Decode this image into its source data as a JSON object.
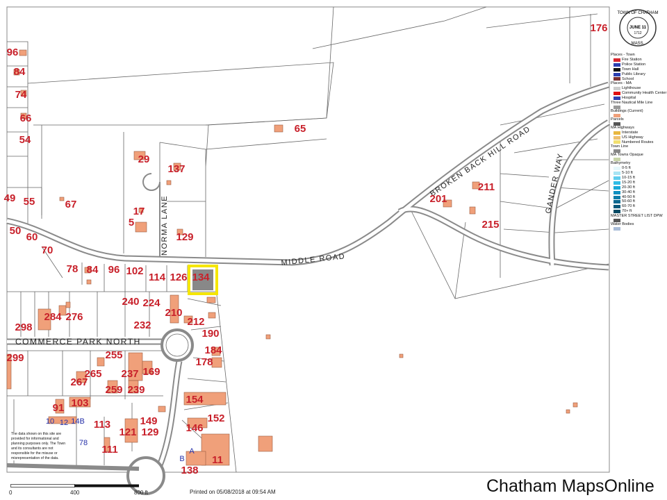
{
  "map": {
    "roads": [
      "MIDDLE ROAD",
      "BROKEN BACK HILL ROAD",
      "GANDER WAY",
      "NORMA LANE",
      "COMMERCE PARK NORTH"
    ],
    "parcel_labels": [
      "96",
      "84",
      "74",
      "66",
      "54",
      "49",
      "55",
      "67",
      "65",
      "29",
      "137",
      "17",
      "5",
      "129",
      "50",
      "60",
      "70",
      "78",
      "84",
      "96",
      "102",
      "114",
      "126",
      "134",
      "201",
      "211",
      "215",
      "176",
      "240",
      "224",
      "210",
      "212",
      "298",
      "284",
      "276",
      "232",
      "190",
      "184",
      "178",
      "299",
      "255",
      "265",
      "267",
      "237",
      "169",
      "259",
      "239",
      "154",
      "91",
      "103",
      "113",
      "149",
      "152",
      "146",
      "121",
      "129",
      "111",
      "11",
      "138"
    ],
    "unit_labels": [
      "10",
      "12",
      "14B",
      "78",
      "A",
      "B"
    ],
    "selected_parcel": "134",
    "colors": {
      "parcel_label": "#c8202a",
      "unit_label": "#2630a8",
      "building": "#f0a07a",
      "selection": "#f5e600",
      "road": "#8a8a8a"
    }
  },
  "seal": {
    "text": "TOWN OF CHATHAM",
    "date": "JUNE 11",
    "year": "1712",
    "state": "MASS."
  },
  "legend": {
    "groups": [
      {
        "title": "Places - Town",
        "items": [
          "Fire Station",
          "Police Station",
          "Town Hall",
          "Public Library",
          "School"
        ]
      },
      {
        "title": "Places - MA",
        "items": [
          "Lighthouse",
          "Community Health Center",
          "Hospital"
        ]
      },
      {
        "title": "Three Nautical Mile Line",
        "items": [
          ""
        ]
      },
      {
        "title": "Buildings (Current)",
        "items": [
          ""
        ]
      },
      {
        "title": "Parcels",
        "items": [
          ""
        ]
      },
      {
        "title": "MA Highways",
        "items": [
          "Interstate",
          "US Highway",
          "Numbered Routes"
        ]
      },
      {
        "title": "Town Line",
        "items": [
          ""
        ]
      },
      {
        "title": "MA Towns Opaque",
        "items": [
          ""
        ]
      },
      {
        "title": "Bathymetry",
        "items": [
          "0-5 ft",
          "5-10 ft",
          "10-15 ft",
          "15-20 ft",
          "20-30 ft",
          "30-40 ft",
          "40-50 ft",
          "50-60 ft",
          "60-70 ft",
          "70+ ft"
        ]
      },
      {
        "title": "MASTER STREET LIST DPW",
        "items": [
          ""
        ]
      },
      {
        "title": "Water Bodies",
        "items": [
          ""
        ]
      }
    ],
    "swatch_colors": {
      "Fire Station": "#d8262e",
      "Police Station": "#2a3fb0",
      "Town Hall": "#111111",
      "Public Library": "#2a3fb0",
      "School": "#7a3030",
      "Lighthouse": "#cccccc",
      "Community Health Center": "#e01010",
      "Hospital": "#3040b0",
      "Three Nautical Mile Line": "#999999",
      "Buildings (Current)": "#f0a07a",
      "Parcels": "#555555",
      "Interstate": "#e8b840",
      "US Highway": "#eec070",
      "Numbered Routes": "#f2e070",
      "Town Line": "#888888",
      "MA Towns Opaque": "#c8d4a8",
      "0-5 ft": "#e6f8fc",
      "5-10 ft": "#a8e4f4",
      "10-15 ft": "#60cdee",
      "15-20 ft": "#30bce6",
      "20-30 ft": "#18a8d8",
      "30-40 ft": "#1090c0",
      "40-50 ft": "#0c7ca8",
      "50-60 ft": "#0a6890",
      "60-70 ft": "#08587a",
      "70+ ft": "#064a64",
      "MASTER STREET LIST DPW": "#555555",
      "Water Bodies": "#a8bcd8"
    }
  },
  "disclaimer": "The data shown on this site are provided for informational and planning purposes only.  The Town and its consultants are not responsible for the misuse or misrepresentation of the data.",
  "scale_bar": {
    "labels": [
      "0",
      "400",
      "800 ft"
    ]
  },
  "printed": "Printed on 05/08/2018  at 09:54 AM",
  "brand": "Chatham MapsOnline"
}
